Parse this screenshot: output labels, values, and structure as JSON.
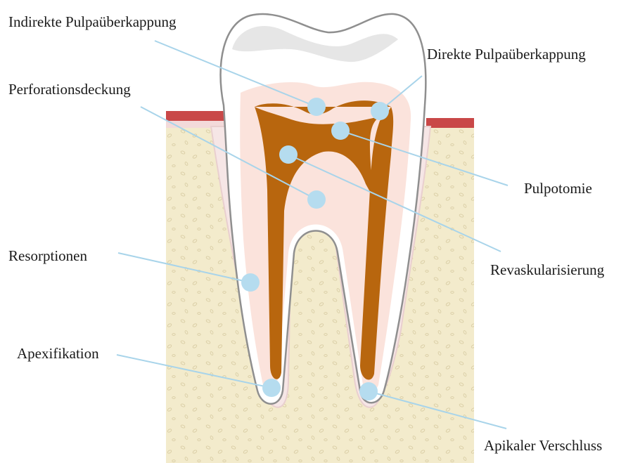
{
  "diagram": {
    "subject": "tooth-cross-section",
    "colors": {
      "enamel": "#ffffff",
      "dentin": "#fbe3dc",
      "pulp": "#b8660e",
      "bone": "#f3ebcc",
      "gum": "#c94848",
      "marker": "#b5dcef",
      "leader": "#a8d4ea"
    },
    "labels": {
      "indirekte": "Indirekte Pulpaüberkappung",
      "direkte": "Direkte Pulpaüberkappung",
      "perforation": "Perforationsdeckung",
      "pulpotomie": "Pulpotomie",
      "resorption": "Resorptionen",
      "revask": "Revaskularisierung",
      "apexifikation": "Apexifikation",
      "apikal": "Apikaler Verschluss"
    }
  }
}
